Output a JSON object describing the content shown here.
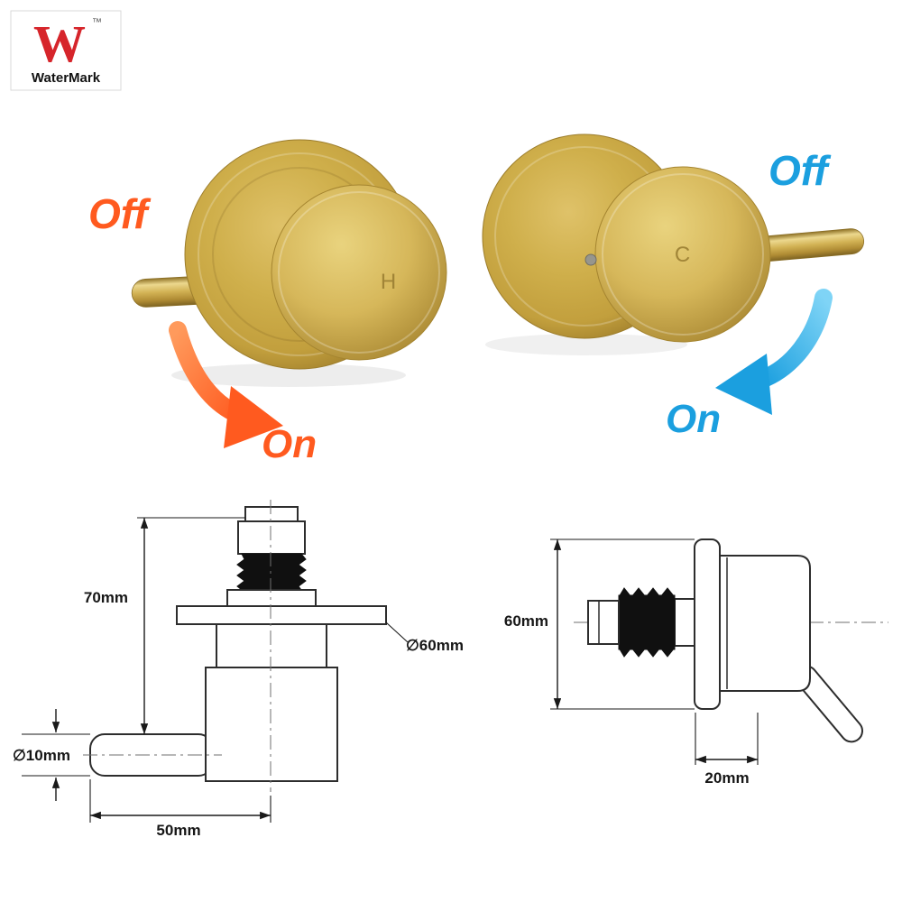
{
  "certification": {
    "logo_letter": "W",
    "trademark": "™",
    "label": "WaterMark"
  },
  "product": {
    "hot_handle_letter": "H",
    "cold_handle_letter": "C"
  },
  "annotations": {
    "hot": {
      "off_label": "Off",
      "on_label": "On",
      "color": "#ff5a1f"
    },
    "cold": {
      "off_label": "Off",
      "on_label": "On",
      "color": "#1b9fdf"
    }
  },
  "dimensions_front_view": {
    "total_height": "70mm",
    "flange_diameter": "∅60mm",
    "handle_diameter": "∅10mm",
    "handle_length": "50mm"
  },
  "dimensions_side_view": {
    "flange_height": "60mm",
    "depth": "20mm"
  }
}
